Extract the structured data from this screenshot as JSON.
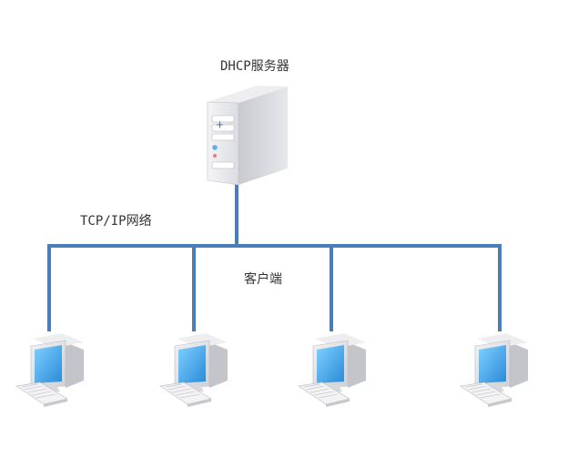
{
  "server": {
    "label": "DHCP服务器",
    "icon": "server-tower-icon"
  },
  "network": {
    "label": "TCP/IP网络",
    "line_color": "#4a7ebb"
  },
  "clients": {
    "label": "客户端",
    "icon": "desktop-computer-icon",
    "count": 4
  }
}
